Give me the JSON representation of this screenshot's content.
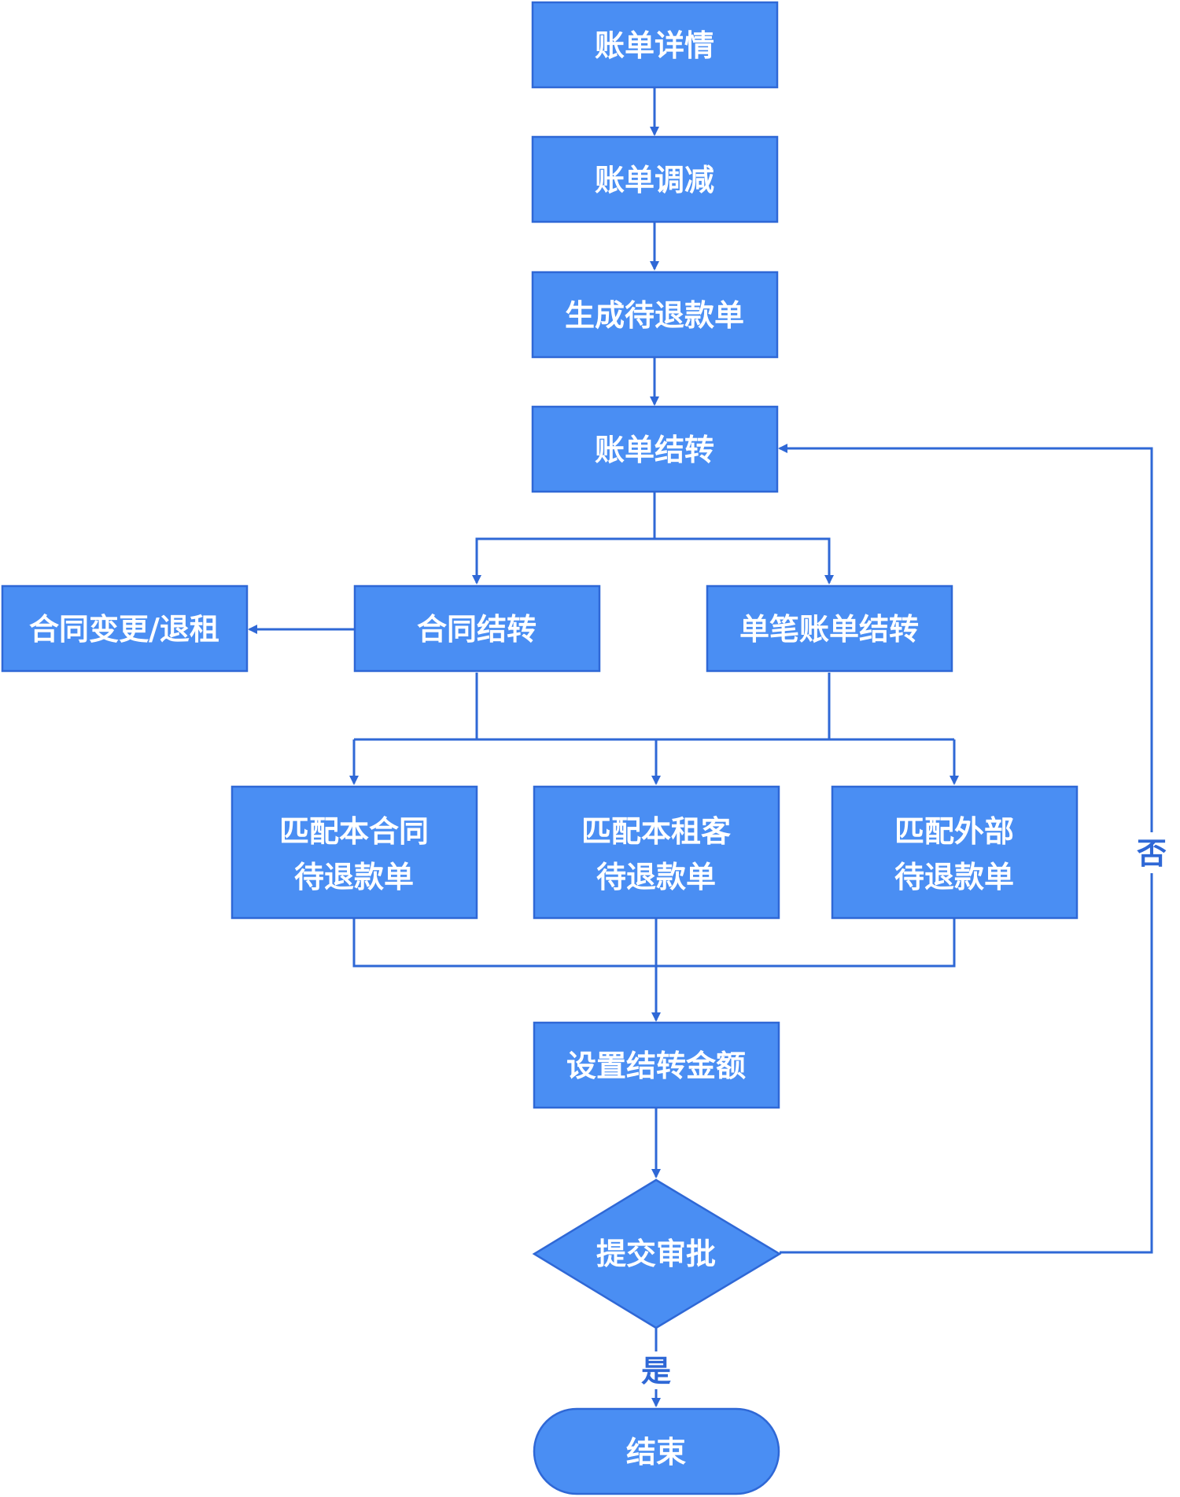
{
  "colors": {
    "node_fill": "#4a8ef3",
    "node_stroke": "#2f68d6",
    "edge": "#2f68d6",
    "label_text": "#ffffff"
  },
  "nodes": {
    "bill_detail": "账单详情",
    "bill_reduce": "账单调减",
    "gen_refund": "生成待退款单",
    "bill_transfer": "账单结转",
    "contract_change": "合同变更/退租",
    "contract_transfer": "合同结转",
    "single_transfer": "单笔账单结转",
    "match_contract": [
      "匹配本合同",
      "待退款单"
    ],
    "match_tenant": [
      "匹配本租客",
      "待退款单"
    ],
    "match_external": [
      "匹配外部",
      "待退款单"
    ],
    "set_amount": "设置结转金额",
    "submit_approval": "提交审批",
    "end": "结束"
  },
  "edge_labels": {
    "yes": "是",
    "no": "否"
  }
}
